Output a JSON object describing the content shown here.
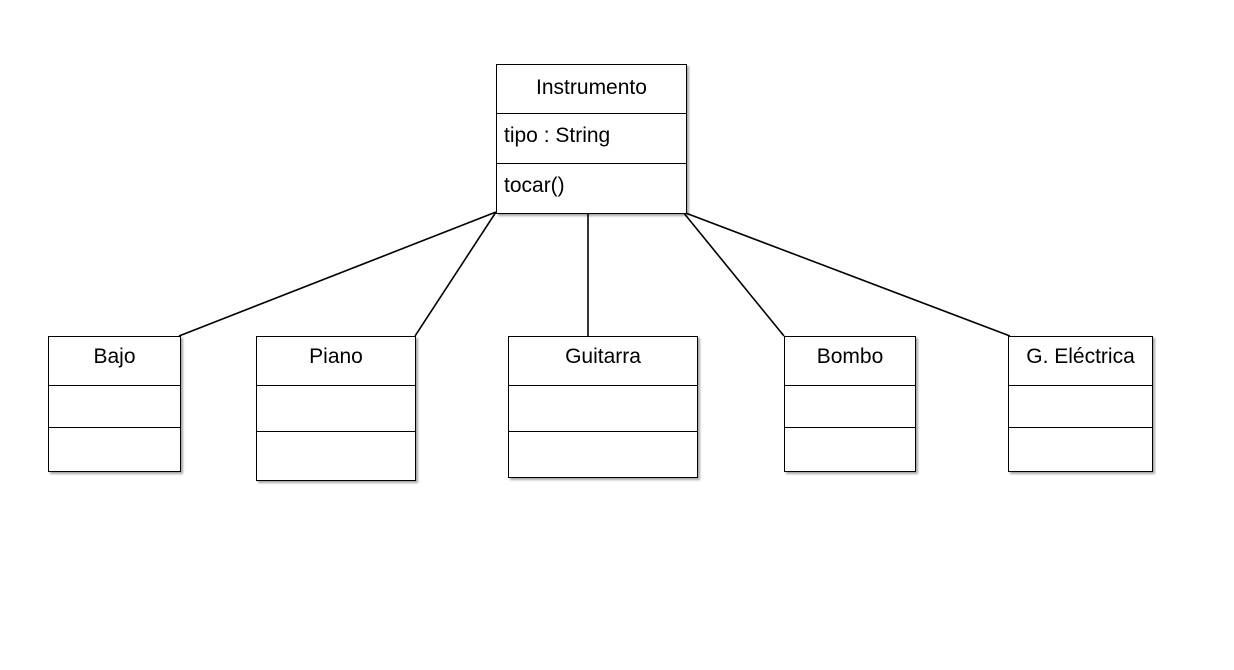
{
  "parent": {
    "name": "Instrumento",
    "attribute": "tipo : String",
    "operation": "tocar()"
  },
  "children": [
    {
      "name": "Bajo"
    },
    {
      "name": "Piano"
    },
    {
      "name": "Guitarra"
    },
    {
      "name": "Bombo"
    },
    {
      "name": "G. Eléctrica"
    }
  ]
}
